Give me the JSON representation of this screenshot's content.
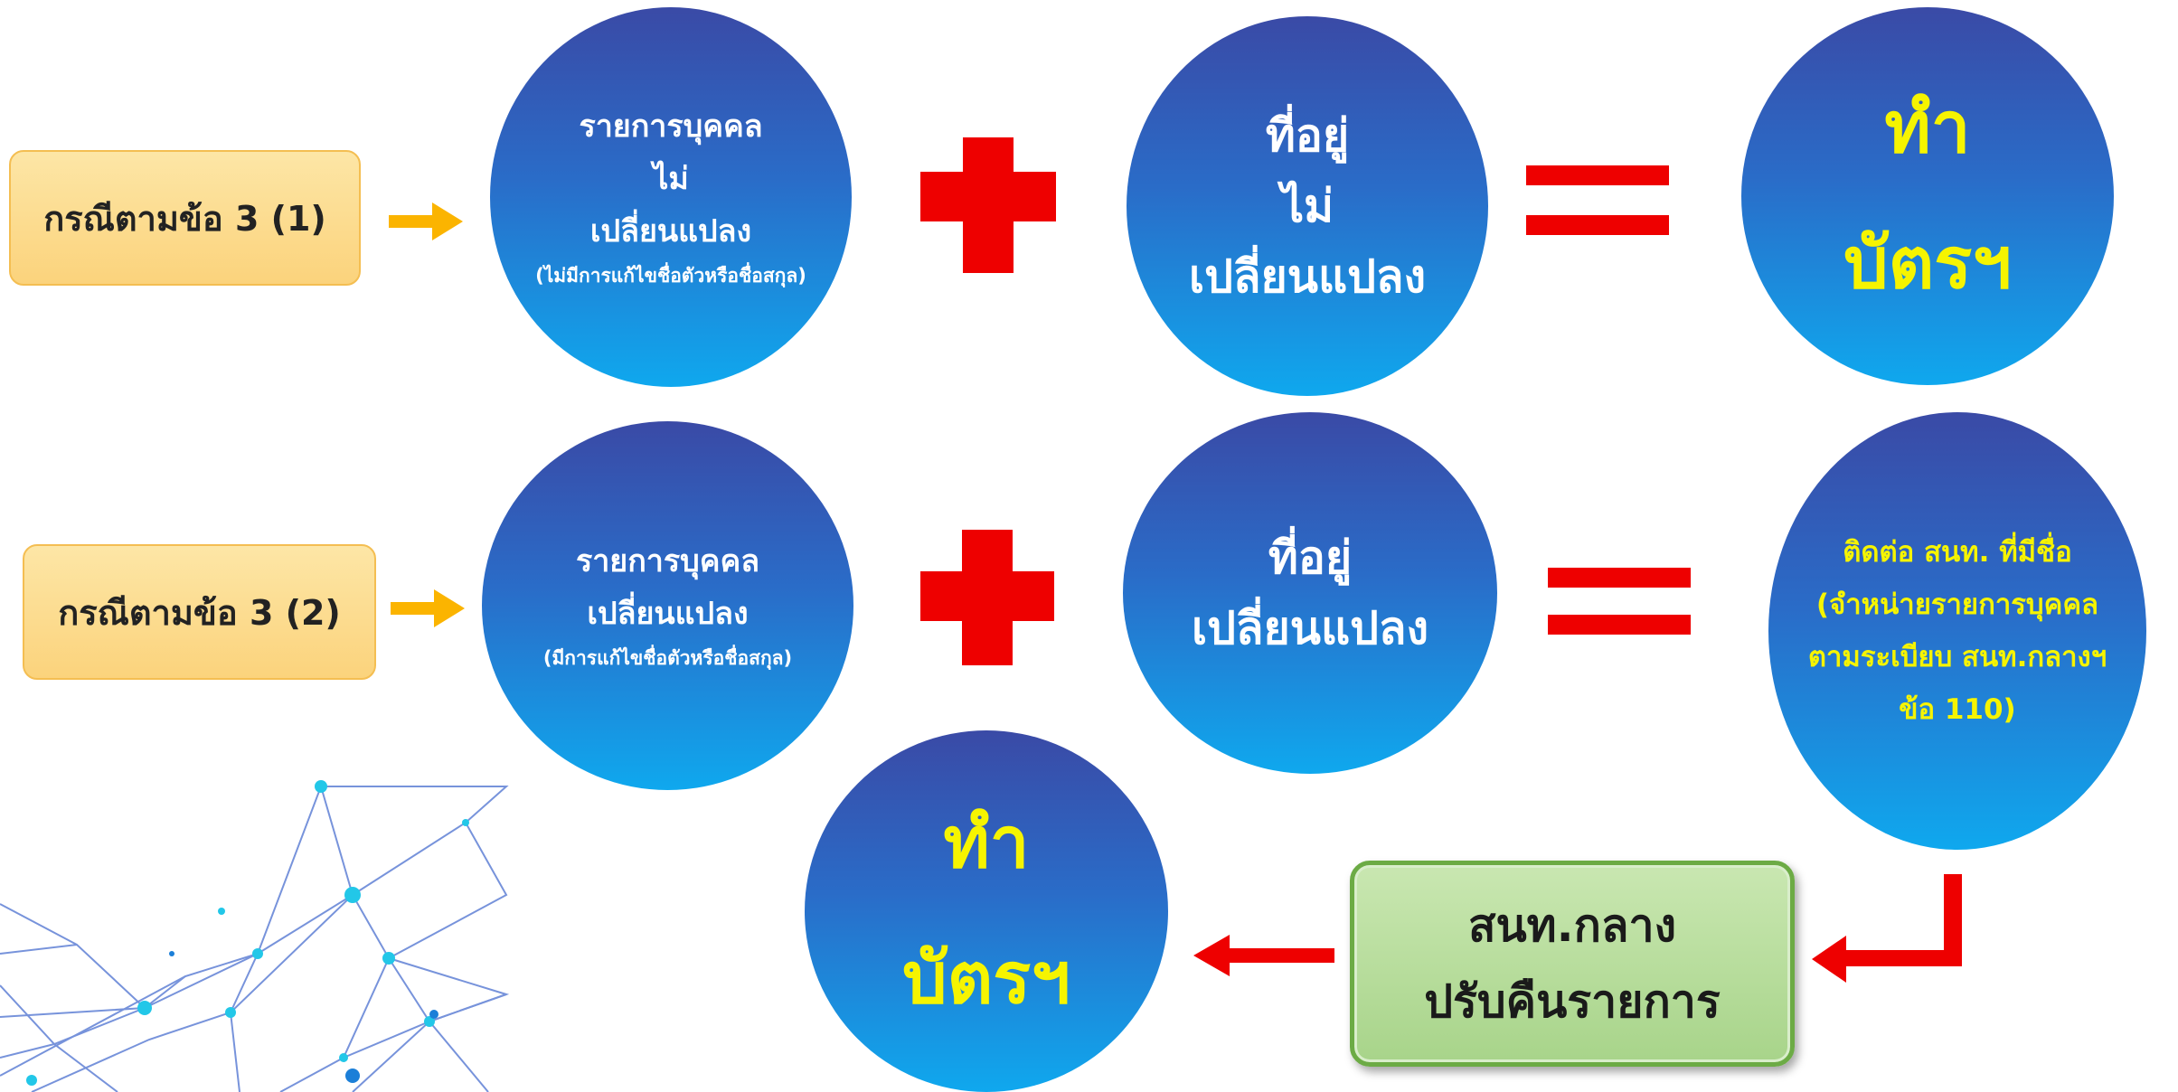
{
  "colors": {
    "case_box_fill": "#fbd37c",
    "circle_top": "#3a4aa6",
    "circle_bottom": "#0fa8ee",
    "plus": "#ee0000",
    "highlight_text": "#f6f400",
    "green_box": "#a8d48a",
    "arrow_yellow": "#fbb400",
    "arrow_red": "#ee0000"
  },
  "row1": {
    "case_label": "กรณีตามข้อ 3 (1)",
    "person": [
      "รายการบุคคล",
      "ไม่",
      "เปลี่ยนแปลง"
    ],
    "person_note": "(ไม่มีการแก้ไขชื่อตัวหรือชื่อสกุล)",
    "address": [
      "ที่อยู่",
      "ไม่",
      "เปลี่ยนแปลง"
    ],
    "result": [
      "ทำ",
      "บัตรฯ"
    ]
  },
  "row2": {
    "case_label": "กรณีตามข้อ 3 (2)",
    "person": [
      "รายการบุคคล",
      "เปลี่ยนแปลง"
    ],
    "person_note": "(มีการแก้ไขชื่อตัวหรือชื่อสกุล)",
    "address": [
      "ที่อยู่",
      "เปลี่ยนแปลง"
    ],
    "result": [
      "ติดต่อ สนท. ที่มีชื่อ",
      "(จำหน่ายรายการบุคคล",
      "ตามระเบียบ สนท.กลางฯ",
      "ข้อ 110)"
    ]
  },
  "central_box": [
    "สนท.กลาง",
    "ปรับคืนรายการ"
  ],
  "final_result": [
    "ทำ",
    "บัตรฯ"
  ],
  "icons": [
    "arrow-right-icon",
    "plus-icon",
    "equals-icon",
    "arrow-left-icon",
    "corner-arrow-icon",
    "network-decoration"
  ]
}
